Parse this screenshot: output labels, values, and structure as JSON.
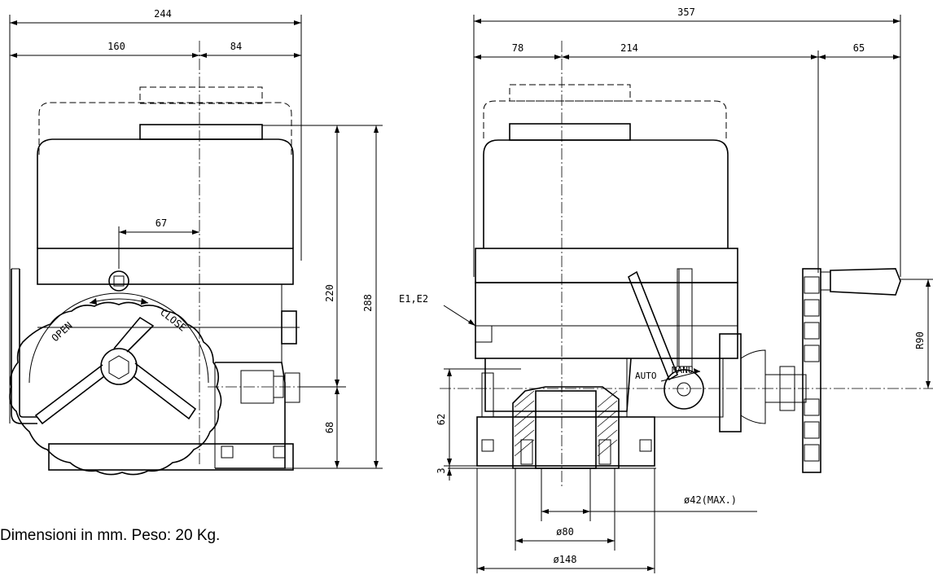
{
  "note": "Dimensioni in mm. Peso: 20 Kg.",
  "front_view": {
    "dim_overall_width": "244",
    "dim_left_width": "160",
    "dim_right_width": "84",
    "dim_handwheel_offset": "67",
    "dim_body_height": "220",
    "dim_total_height": "288",
    "dim_base_height": "68",
    "label_open": "OPEN",
    "label_close": "CLOSE"
  },
  "side_view": {
    "dim_overall_length": "357",
    "dim_left": "78",
    "dim_middle": "214",
    "dim_right": "65",
    "dim_flange_height": "62",
    "dim_spigot": "3",
    "dim_radius": "R90",
    "label_conduit": "E1,E2",
    "label_auto": "AUTO",
    "label_manu": "MANU",
    "dim_bore_max": "ø42(MAX.)",
    "dim_bore": "ø80",
    "dim_flange_dia": "ø148"
  }
}
